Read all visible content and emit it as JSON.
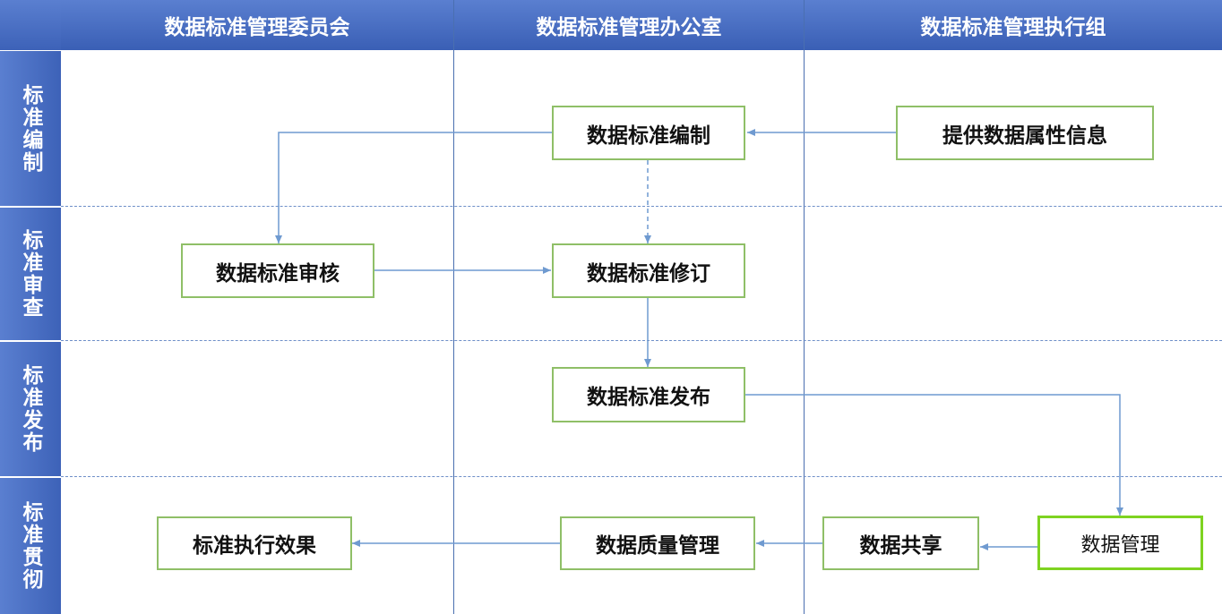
{
  "columns": [
    "数据标准管理委员会",
    "数据标准管理办公室",
    "数据标准管理执行组"
  ],
  "rows": [
    "标准编制",
    "标准审查",
    "标准发布",
    "标准贯彻"
  ],
  "nodes": {
    "compile": "数据标准编制",
    "provide_attr": "提供数据属性信息",
    "review": "数据标准审核",
    "revise": "数据标准修订",
    "publish": "数据标准发布",
    "execution_effect": "标准执行效果",
    "quality_mgmt": "数据质量管理",
    "sharing": "数据共享",
    "data_mgmt": "数据管理"
  },
  "colors": {
    "header": "#3d62b8",
    "box_border": "#8fbf67",
    "highlight_border": "#7ed321",
    "arrow": "#6f9ad0"
  }
}
